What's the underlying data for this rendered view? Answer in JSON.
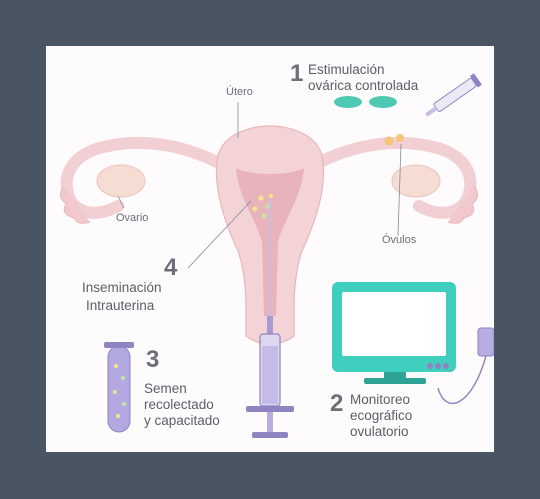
{
  "labels": {
    "utero": "Útero",
    "ovario": "Ovario",
    "ovulos": "Óvulos"
  },
  "steps": [
    {
      "number": "1",
      "line1": "Estimulación",
      "line2": "ovárica controlada",
      "line3": ""
    },
    {
      "number": "2",
      "line1": "Monitoreo",
      "line2": "ecográfico",
      "line3": "ovulatorio"
    },
    {
      "number": "3",
      "line1": "Semen",
      "line2": "recolectado",
      "line3": "y capacitado"
    },
    {
      "number": "4",
      "line1": "Inseminación",
      "line2": "Intrauterina",
      "line3": ""
    }
  ],
  "colors": {
    "frame": "#4a5563",
    "uterus": "#f3d3d6",
    "uterus_inner": "#e6aeb5",
    "pill": "#4fc9b3",
    "monitor": "#3fcfbf",
    "syringe": "#8f84c2",
    "tube": "#9b8fd3"
  }
}
